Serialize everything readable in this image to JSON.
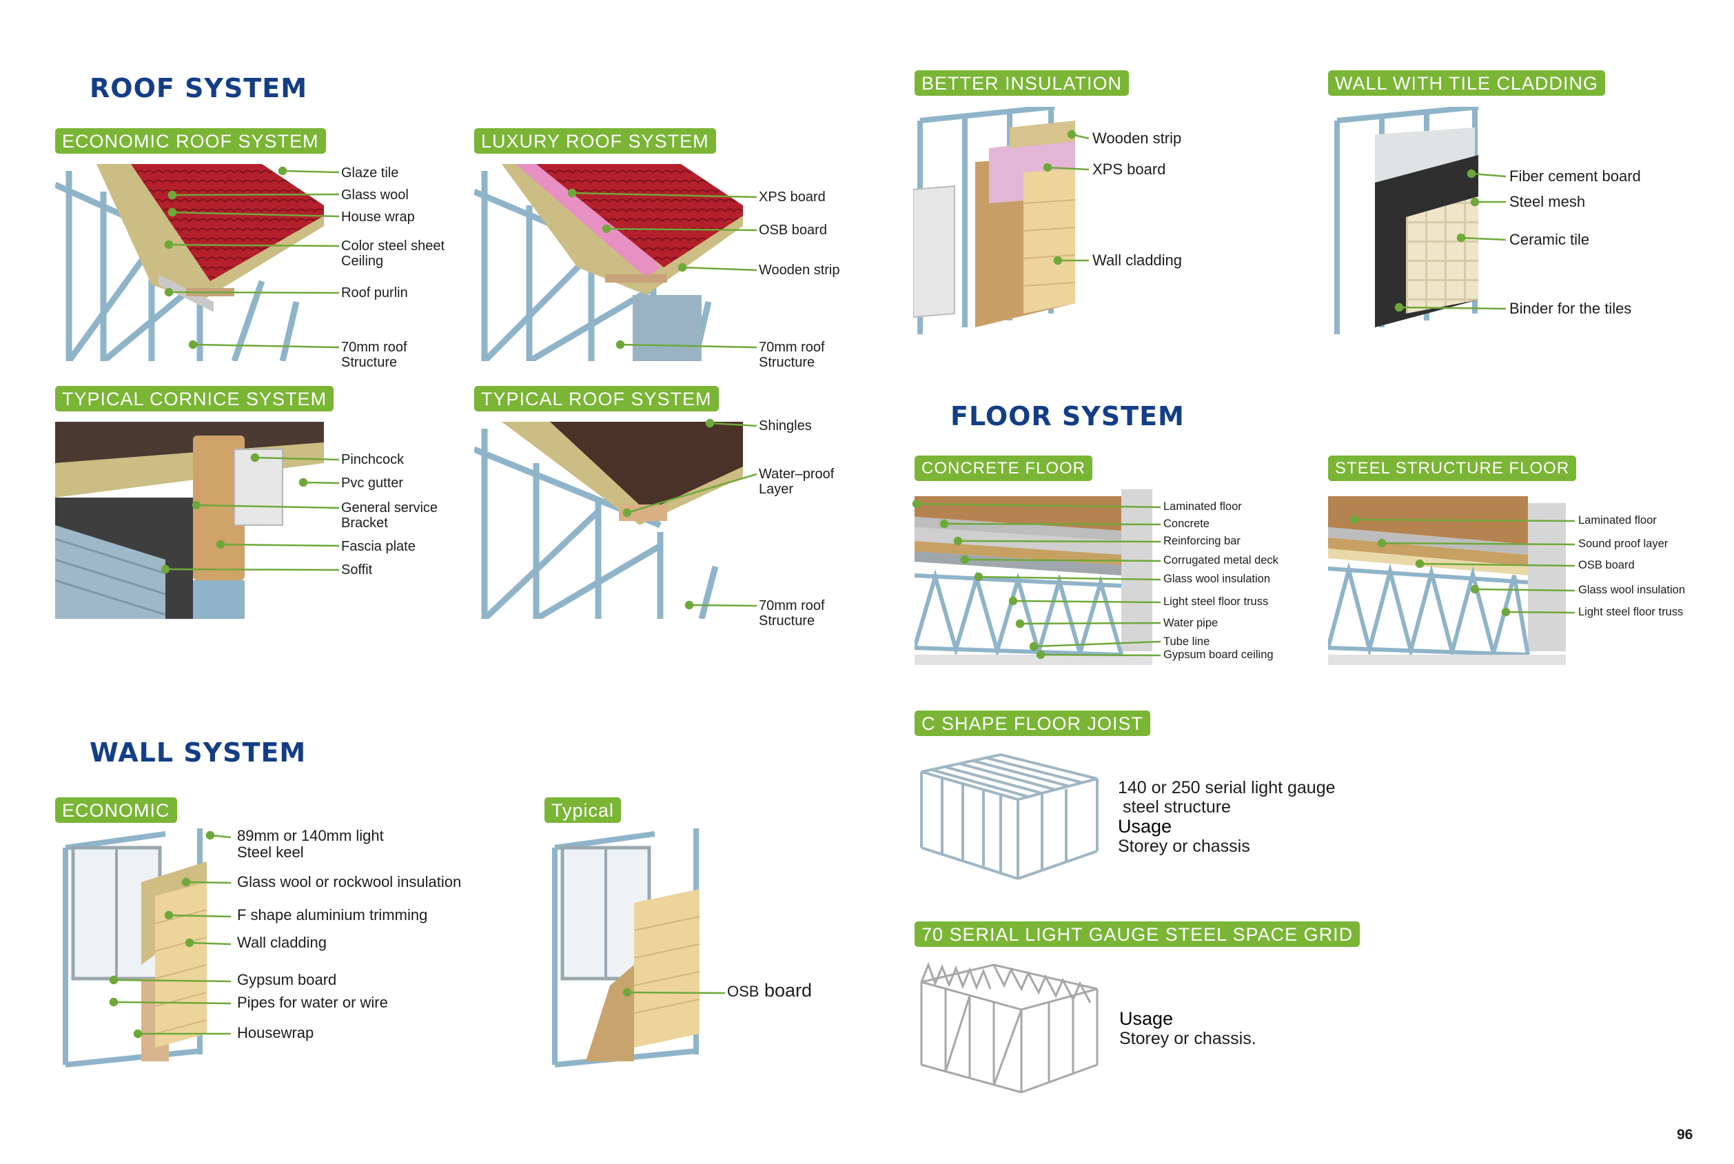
{
  "roof": {
    "heading": "ROOF SYSTEM",
    "economic": {
      "title": "ECONOMIC ROOF SYSTEM",
      "labels": [
        "Glaze tile",
        "Glass wool",
        "House wrap",
        "Color steel sheet\nCeiling",
        "Roof purlin",
        "70mm roof\nStructure"
      ]
    },
    "luxury": {
      "title": "LUXURY ROOF SYSTEM",
      "labels": [
        "XPS board",
        "OSB board",
        "Wooden strip",
        "70mm roof\nStructure"
      ]
    },
    "cornice": {
      "title": "TYPICAL CORNICE SYSTEM",
      "labels": [
        "Pinchcock",
        "Pvc gutter",
        "General service\nBracket",
        "Fascia plate",
        "Soffit"
      ]
    },
    "typical": {
      "title": "TYPICAL ROOF SYSTEM",
      "labels": [
        "Shingles",
        "Water–proof\nLayer",
        "70mm roof\nStructure"
      ]
    }
  },
  "wall": {
    "heading": "WALL SYSTEM",
    "economic": {
      "title": "ECONOMIC",
      "labels": [
        "89mm or 140mm light\nSteel keel",
        "Glass wool or rockwool insulation",
        "F shape aluminium trimming",
        "Wall cladding",
        "Gypsum board",
        "Pipes for water or wire",
        "Housewrap"
      ]
    },
    "typical": {
      "title": "Typical",
      "label_prefix": "OSB",
      "label_suffix": " board"
    }
  },
  "insulation": {
    "title": "BETTER INSULATION",
    "labels": [
      "Wooden strip",
      "XPS board",
      "Wall cladding"
    ]
  },
  "tile": {
    "title": "WALL WITH TILE CLADDING",
    "labels": [
      "Fiber cement board",
      "Steel mesh",
      "Ceramic tile",
      "Binder for the tiles"
    ]
  },
  "floor": {
    "heading": "FLOOR SYSTEM",
    "concrete": {
      "title": "CONCRETE FLOOR",
      "labels": [
        "Laminated floor",
        "Concrete",
        "Reinforcing bar",
        "Corrugated metal deck",
        "Glass wool insulation",
        "Light steel floor truss",
        "Water pipe",
        "Tube line",
        "Gypsum board ceiling"
      ]
    },
    "steel": {
      "title": "STEEL STRUCTURE FLOOR",
      "labels": [
        "Laminated floor",
        "Sound proof layer",
        "OSB board",
        "Glass wool insulation",
        "Light steel floor truss"
      ]
    }
  },
  "joist": {
    "title": "C SHAPE FLOOR JOIST",
    "spec": "140 or 250 serial light gauge\n steel structure",
    "usage_label": "Usage",
    "usage": "Storey or chassis"
  },
  "grid": {
    "title": "70 SERIAL LIGHT GAUGE STEEL SPACE GRID",
    "usage_label": "Usage",
    "usage": "Storey or chassis."
  },
  "page_number": "96",
  "colors": {
    "heading": "#133e86",
    "tag": "#7ab536",
    "leader": "#6fa83a",
    "steel": "#8fb4c9",
    "tile": "#b3202c",
    "wood": "#cfa36a",
    "cladding": "#e9cf95"
  }
}
